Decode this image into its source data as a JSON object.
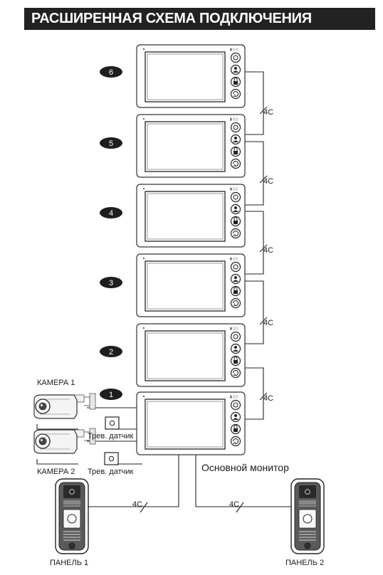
{
  "header": {
    "title": "РАСШИРЕННАЯ СХЕМА ПОДКЛЮЧЕНИЯ"
  },
  "monitors": [
    {
      "number": "6"
    },
    {
      "number": "5"
    },
    {
      "number": "4"
    },
    {
      "number": "3"
    },
    {
      "number": "2"
    },
    {
      "number": "1"
    }
  ],
  "wire_label": "4C",
  "labels": {
    "main_monitor": "Основной монитор",
    "camera1": "КАМЕРА 1",
    "camera2": "КАМЕРА 2",
    "alarm_sensor": "Трев. датчик",
    "panel1": "ПАНЕЛЬ 1",
    "panel2": "ПАНЕЛЬ 2"
  }
}
